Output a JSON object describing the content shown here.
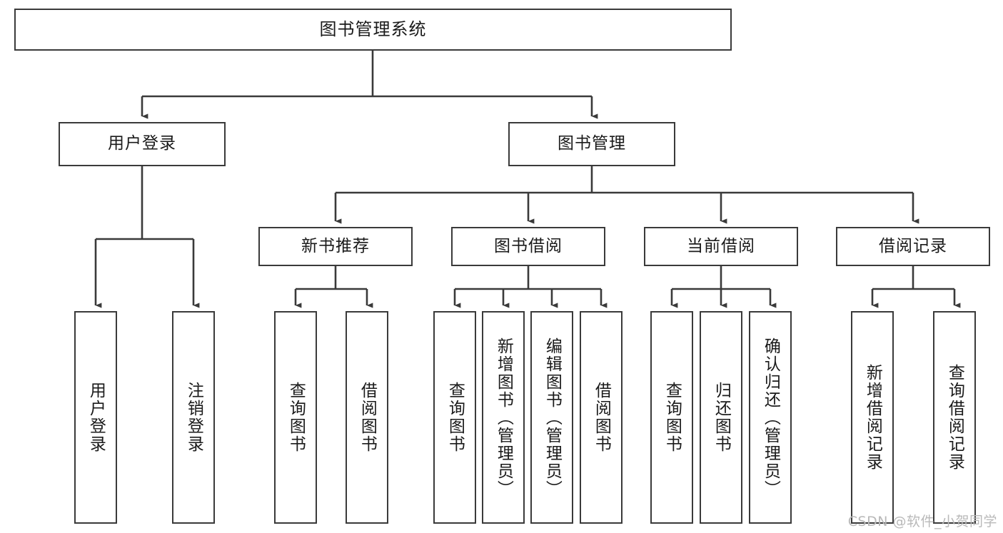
{
  "diagram": {
    "title": "图书管理系统",
    "type": "tree",
    "watermark": "CSDN @软件_小贺同学",
    "colors": {
      "box_border": "#3a3a3a",
      "box_fill": "#ffffff",
      "edge": "#3a3a3a",
      "text": "#1a1a1a",
      "watermark": "#b9b9b9",
      "background": "#ffffff"
    },
    "nodes": {
      "root": {
        "label": "图书管理系统"
      },
      "level1": [
        {
          "id": "user-login",
          "label": "用户登录"
        },
        {
          "id": "book-manage",
          "label": "图书管理"
        }
      ],
      "level2": [
        {
          "id": "new-book-recommend",
          "label": "新书推荐"
        },
        {
          "id": "book-borrow",
          "label": "图书借阅"
        },
        {
          "id": "current-borrow",
          "label": "当前借阅"
        },
        {
          "id": "borrow-record",
          "label": "借阅记录"
        }
      ],
      "leaves": {
        "user-login": [
          {
            "id": "leaf-user-login",
            "label": "用户登录"
          },
          {
            "id": "leaf-logout-login",
            "label": "注销登录"
          }
        ],
        "new-book-recommend": [
          {
            "id": "leaf-query-book-1",
            "label": "查询图书"
          },
          {
            "id": "leaf-borrow-book-1",
            "label": "借阅图书"
          }
        ],
        "book-borrow": [
          {
            "id": "leaf-query-book-2",
            "label": "查询图书"
          },
          {
            "id": "leaf-add-book",
            "label": "新增图书（管理员）"
          },
          {
            "id": "leaf-edit-book",
            "label": "编辑图书（管理员）"
          },
          {
            "id": "leaf-borrow-book-2",
            "label": "借阅图书"
          }
        ],
        "current-borrow": [
          {
            "id": "leaf-query-book-3",
            "label": "查询图书"
          },
          {
            "id": "leaf-return-book",
            "label": "归还图书"
          },
          {
            "id": "leaf-confirm-return",
            "label": "确认归还（管理员）"
          }
        ],
        "borrow-record": [
          {
            "id": "leaf-add-record",
            "label": "新增借阅记录"
          },
          {
            "id": "leaf-query-record",
            "label": "查询借阅记录"
          }
        ]
      }
    }
  }
}
